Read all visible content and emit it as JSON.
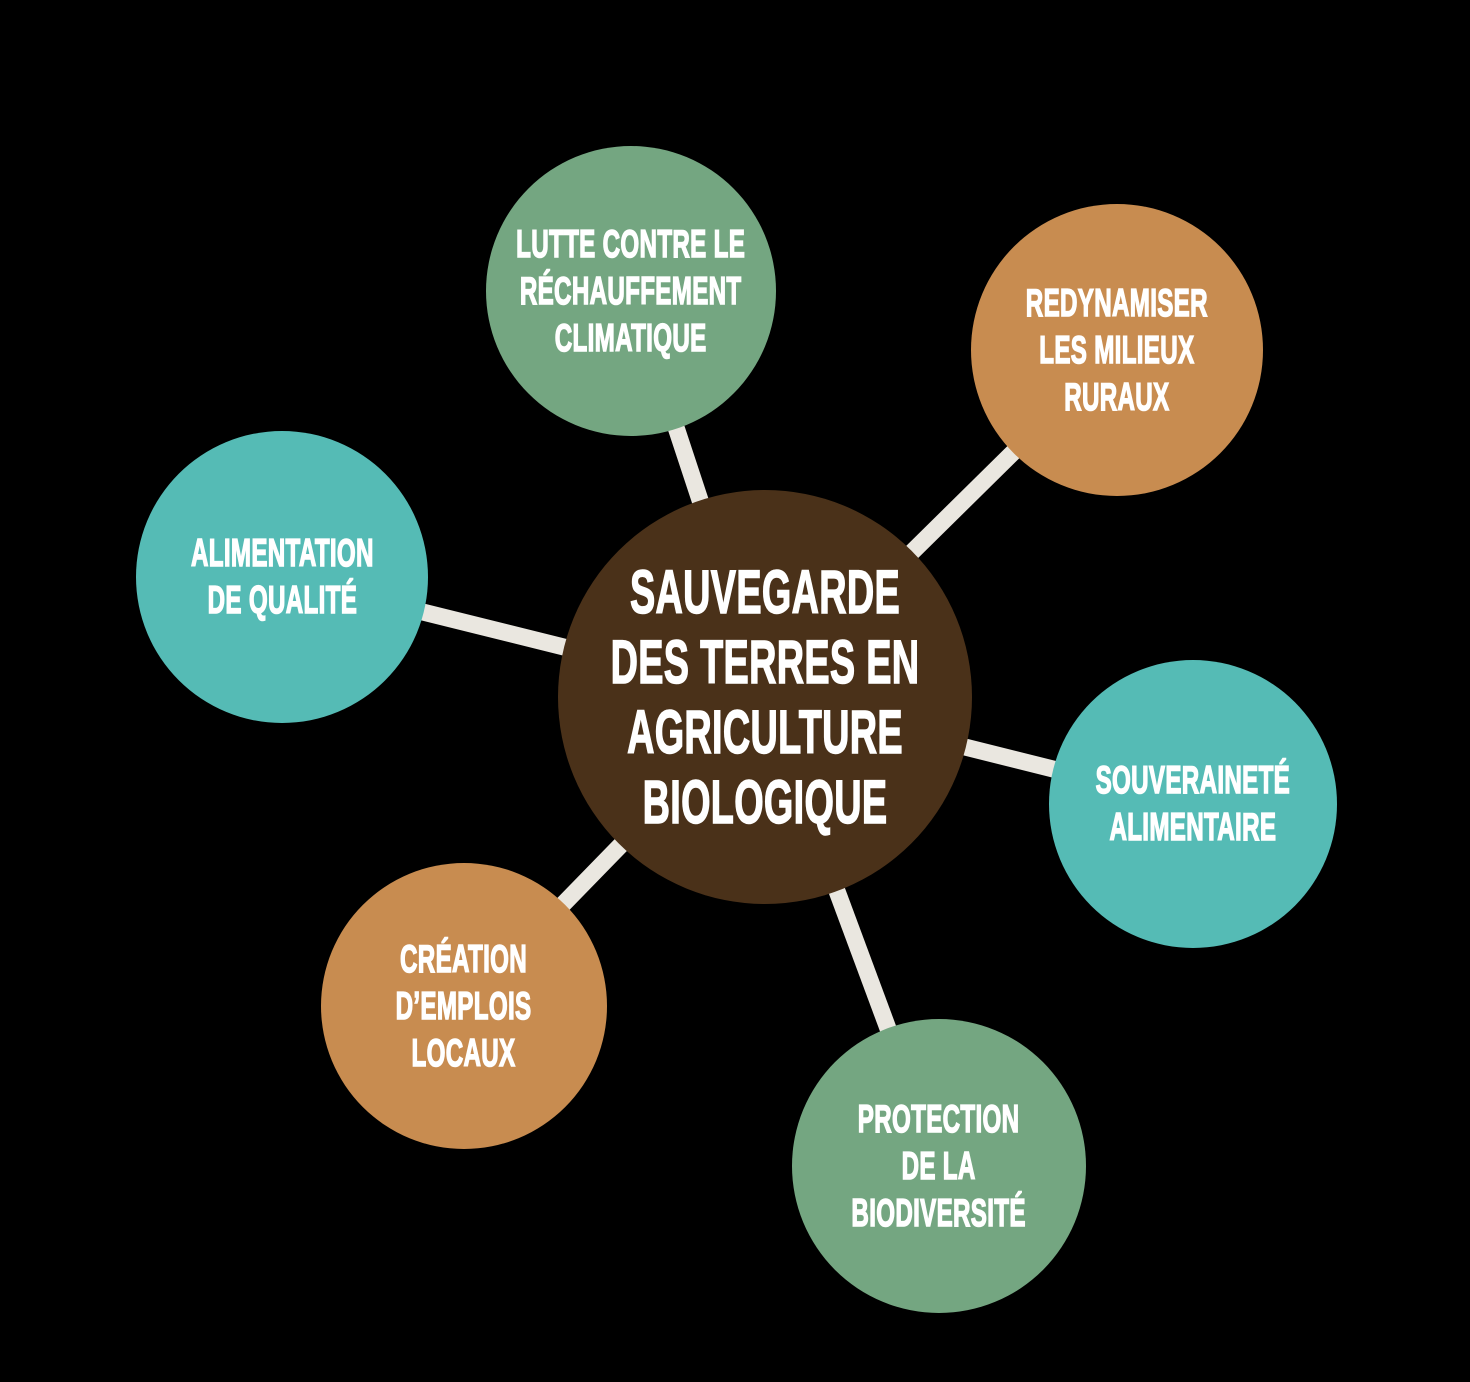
{
  "background_color": "#000000",
  "connector_color": "#EAE7E0",
  "text_color": "#FFFFFF",
  "diagram": {
    "type": "mind-map",
    "center": {
      "id": "sauvegarde-des-terres-en-agriculture-biologique",
      "label_lines": [
        "SAUVEGARDE",
        "DES TERRES EN",
        "AGRICULTURE",
        "BIOLOGIQUE"
      ],
      "color": "#4A3119"
    },
    "nodes": [
      {
        "id": "lutte-contre-le-rechauffement-climatique",
        "label_lines": [
          "LUTTE CONTRE LE",
          "RÉCHAUFFEMENT",
          "CLIMATIQUE"
        ],
        "color": "#74A681",
        "position": "top"
      },
      {
        "id": "redynamiser-les-milieux-ruraux",
        "label_lines": [
          "REDYNAMISER",
          "LES MILIEUX",
          "RURAUX"
        ],
        "color": "#C88C50",
        "position": "top-right"
      },
      {
        "id": "souverainete-alimentaire",
        "label_lines": [
          "SOUVERAINETÉ",
          "ALIMENTAIRE"
        ],
        "color": "#55BBB5",
        "position": "right"
      },
      {
        "id": "protection-de-la-biodiversite",
        "label_lines": [
          "PROTECTION",
          "DE LA",
          "BIODIVERSITÉ"
        ],
        "color": "#74A681",
        "position": "bottom"
      },
      {
        "id": "creation-demplois-locaux",
        "label_lines": [
          "CRÉATION",
          "D’EMPLOIS",
          "LOCAUX"
        ],
        "color": "#C88C50",
        "position": "bottom-left"
      },
      {
        "id": "alimentation-de-qualite",
        "label_lines": [
          "ALIMENTATION",
          "DE QUALITÉ"
        ],
        "color": "#55BBB5",
        "position": "left"
      }
    ]
  }
}
